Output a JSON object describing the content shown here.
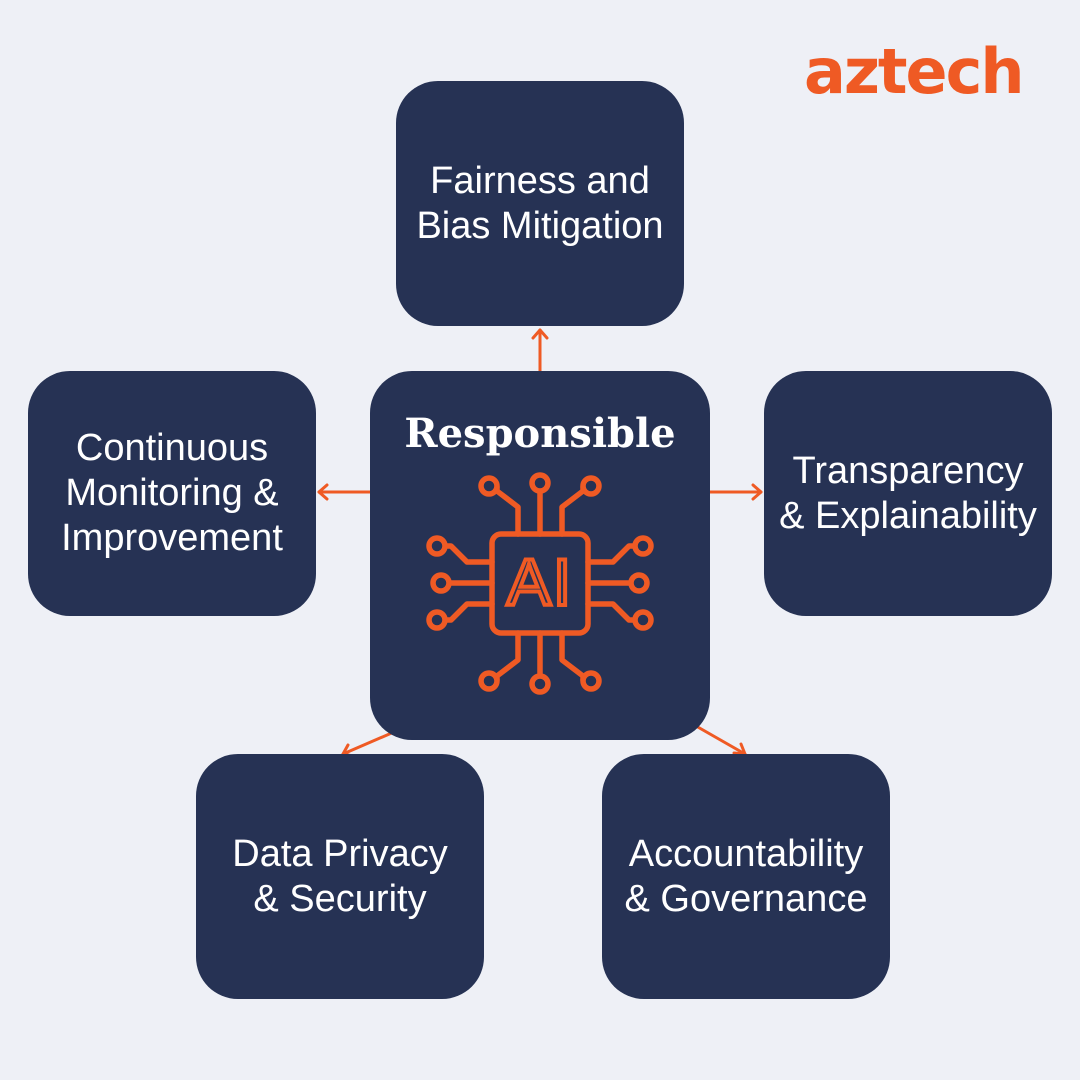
{
  "brand": {
    "logo_text": "aztech",
    "accent": "#ef5a24",
    "box_color": "#263254",
    "background": "#eef0f6"
  },
  "center": {
    "title": "Responsible",
    "chip_label": "AI",
    "icon": "ai-chip-icon"
  },
  "nodes": {
    "top": "Fairness and\nBias Mitigation",
    "left": "Continuous\nMonitoring &\nImprovement",
    "right": "Transparency\n& Explainability",
    "bottom_left": "Data Privacy\n& Security",
    "bottom_right": "Accountability\n& Governance"
  }
}
